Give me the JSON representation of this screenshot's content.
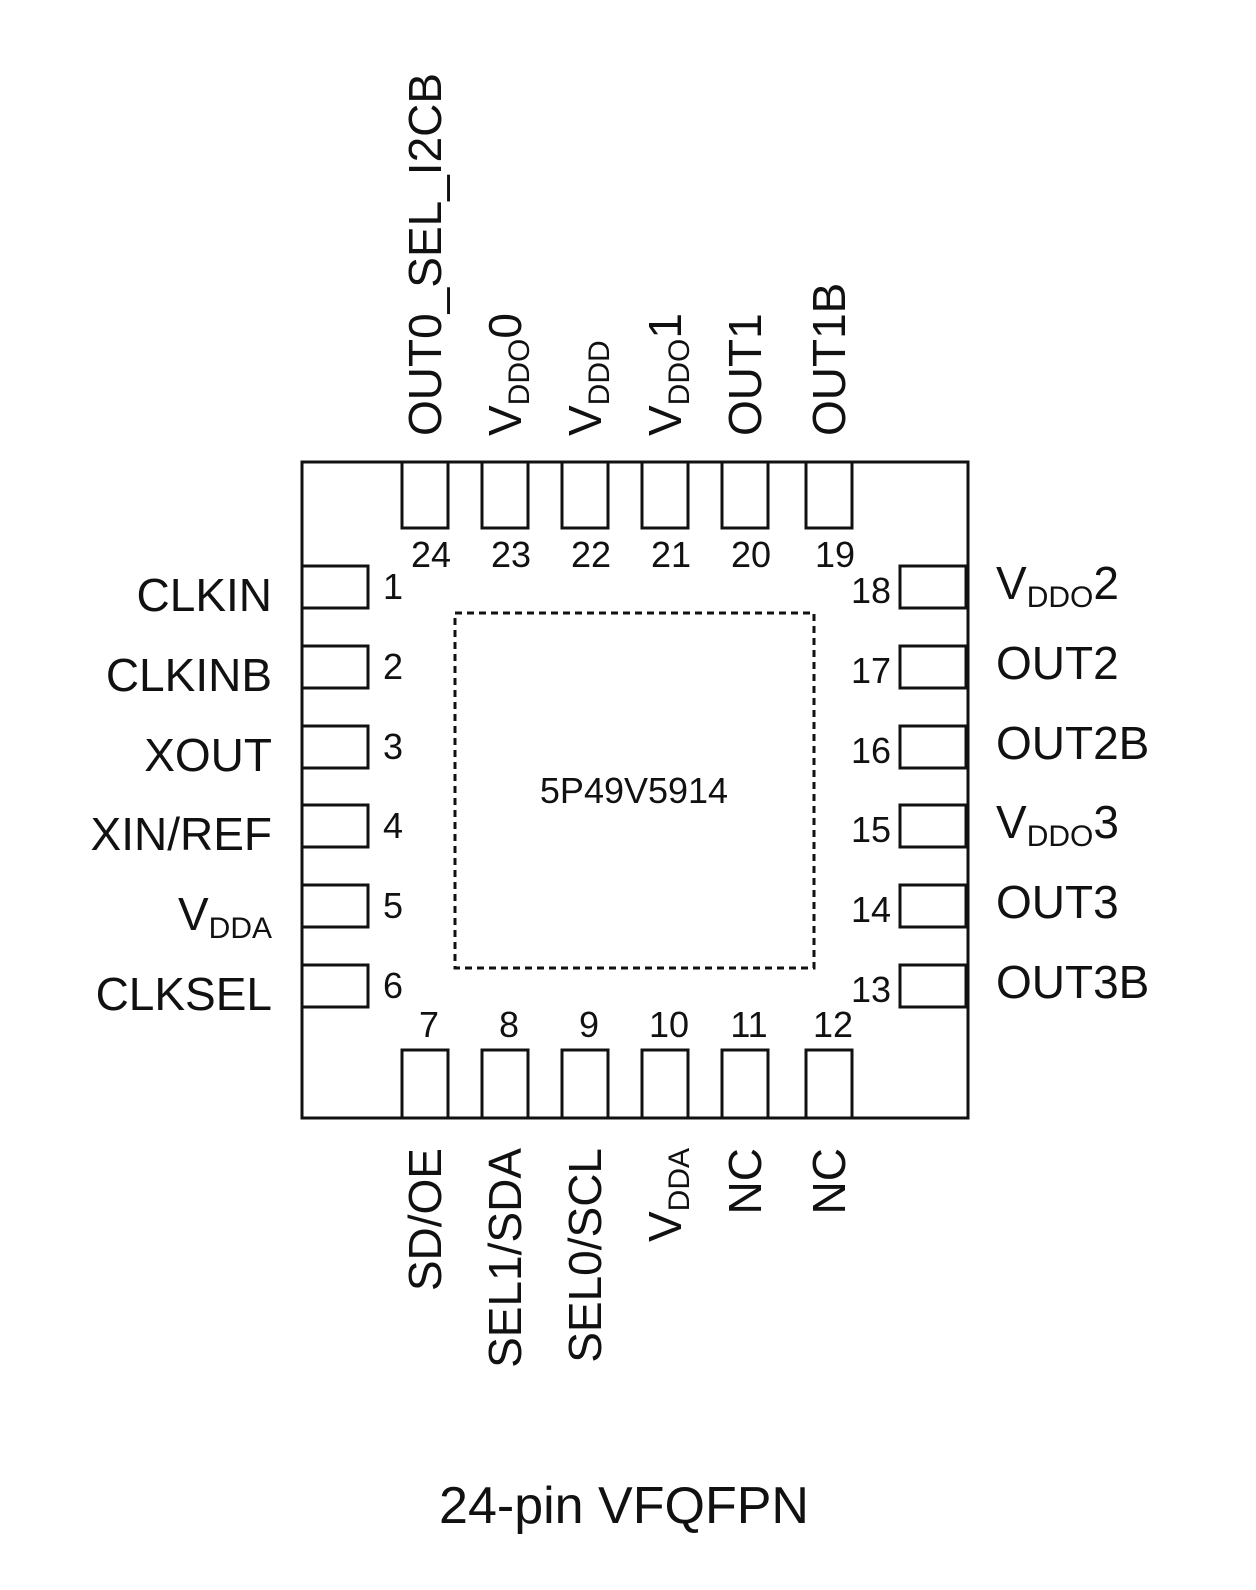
{
  "chip": {
    "part_number": "5P49V5914",
    "package_caption": "24-pin VFQFPN",
    "line_color": "#111111"
  },
  "pins": {
    "left": [
      {
        "num": "1",
        "label": "CLKIN",
        "sub": ""
      },
      {
        "num": "2",
        "label": "CLKINB",
        "sub": ""
      },
      {
        "num": "3",
        "label": "XOUT",
        "sub": ""
      },
      {
        "num": "4",
        "label": "XIN/REF",
        "sub": ""
      },
      {
        "num": "5",
        "label": "V",
        "sub": "DDA"
      },
      {
        "num": "6",
        "label": "CLKSEL",
        "sub": ""
      }
    ],
    "bottom": [
      {
        "num": "7",
        "label": "SD/OE",
        "sub": ""
      },
      {
        "num": "8",
        "label": "SEL1/SDA",
        "sub": ""
      },
      {
        "num": "9",
        "label": "SEL0/SCL",
        "sub": ""
      },
      {
        "num": "10",
        "label": "V",
        "sub": "DDA"
      },
      {
        "num": "11",
        "label": "NC",
        "sub": ""
      },
      {
        "num": "12",
        "label": "NC",
        "sub": ""
      }
    ],
    "right": [
      {
        "num": "18",
        "label": "V",
        "sub": "DDO",
        "suffix": "2"
      },
      {
        "num": "17",
        "label": "OUT2",
        "sub": ""
      },
      {
        "num": "16",
        "label": "OUT2B",
        "sub": ""
      },
      {
        "num": "15",
        "label": "V",
        "sub": "DDO",
        "suffix": "3"
      },
      {
        "num": "14",
        "label": "OUT3",
        "sub": ""
      },
      {
        "num": "13",
        "label": "OUT3B",
        "sub": ""
      }
    ],
    "top": [
      {
        "num": "24",
        "label": "OUT0_SEL_I2CB",
        "sub": ""
      },
      {
        "num": "23",
        "label": "V",
        "sub": "DDO",
        "suffix": "0"
      },
      {
        "num": "22",
        "label": "V",
        "sub": "DDD"
      },
      {
        "num": "21",
        "label": "V",
        "sub": "DDO",
        "suffix": "1"
      },
      {
        "num": "20",
        "label": "OUT1",
        "sub": ""
      },
      {
        "num": "19",
        "label": "OUT1B",
        "sub": ""
      }
    ]
  }
}
